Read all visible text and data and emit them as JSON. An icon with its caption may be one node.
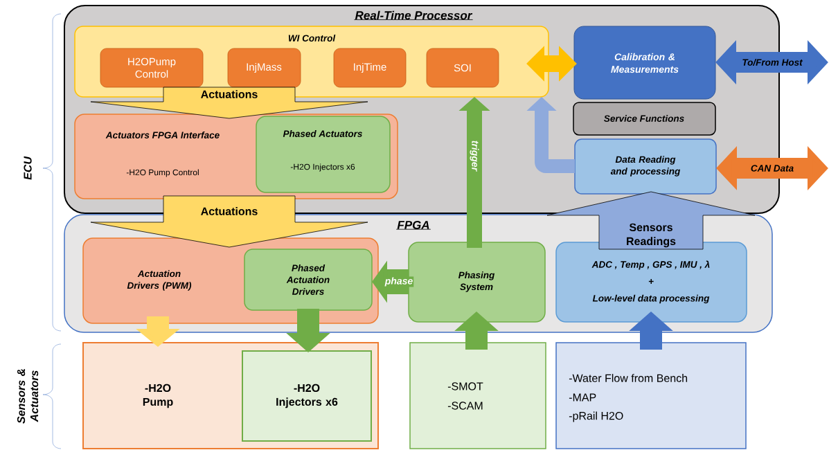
{
  "diagram": {
    "nodes": [
      {
        "text": [
          "Real-Time Processor"
        ]
      },
      {
        "text": [
          "WI Control"
        ],
        "in": 0
      },
      {
        "text": [
          "H2OPump Control"
        ],
        "in": 1
      },
      {
        "text": [
          "InjMass"
        ],
        "in": 1
      },
      {
        "text": [
          "InjTime"
        ],
        "in": 1
      },
      {
        "text": [
          "SOI"
        ],
        "in": 1
      },
      {
        "text": [
          "Actuators FPGA Interface",
          "-H2O Pump Control"
        ],
        "in": 0
      },
      {
        "text": [
          "Phased Actuators",
          "-H2O Injectors x6"
        ],
        "in": 6
      },
      {
        "text": [
          "Calibration & Measurements"
        ],
        "in": 0
      },
      {
        "text": [
          "Service Functions"
        ],
        "in": 0
      },
      {
        "text": [
          "Data Reading and processing"
        ],
        "in": 0
      },
      {
        "text": [
          "FPGA"
        ]
      },
      {
        "text": [
          "Actuation Drivers (PWM)"
        ],
        "in": 11
      },
      {
        "text": [
          "Phased Actuation Drivers"
        ],
        "in": 12
      },
      {
        "text": [
          "Phasing System"
        ],
        "in": 11
      },
      {
        "text": [
          "ADC , Temp , GPS , IMU , λ",
          "+",
          "Low-level data processing"
        ],
        "in": 11
      },
      {
        "text": [
          "-H2O Pump"
        ]
      },
      {
        "text": [
          "-H2O Injectors x6"
        ],
        "in": 16
      },
      {
        "text": [
          "-SMOT",
          "-SCAM"
        ]
      },
      {
        "text": [
          "-Water Flow from Bench",
          "-MAP",
          "-pRail H2O"
        ]
      }
    ],
    "edges": [
      {
        "from": 1,
        "to": 6,
        "arrow": "to",
        "label": "Actuations",
        "style": "thick",
        "color": "#ffd966"
      },
      {
        "from": 6,
        "to": 12,
        "arrow": "to",
        "label": "Actuations",
        "style": "thick",
        "color": "#ffd966"
      },
      {
        "from": 1,
        "to": 8,
        "arrow": "both",
        "color": "#ffc000"
      },
      {
        "from": 8,
        "to": null,
        "arrow": "both",
        "label": "To/From Host",
        "color": "#4472c4"
      },
      {
        "from": 10,
        "to": null,
        "arrow": "both",
        "label": "CAN Data",
        "color": "#ed7d31"
      },
      {
        "from": 10,
        "to": 1,
        "arrow": "to",
        "color": "#8faadc"
      },
      {
        "from": 14,
        "to": 1,
        "arrow": "to",
        "label": "trigger",
        "color": "#70ad47"
      },
      {
        "from": 14,
        "to": 13,
        "arrow": "to",
        "label": "phase",
        "color": "#70ad47"
      },
      {
        "from": 15,
        "to": 10,
        "arrow": "to",
        "label": "Sensors Readings",
        "style": "thick",
        "color": "#8faadc"
      },
      {
        "from": 12,
        "to": 16,
        "arrow": "to",
        "color": "#ffd966"
      },
      {
        "from": 13,
        "to": 17,
        "arrow": "to",
        "color": "#70ad47"
      },
      {
        "from": 18,
        "to": 14,
        "arrow": "to",
        "color": "#70ad47"
      },
      {
        "from": 19,
        "to": 15,
        "arrow": "to",
        "color": "#4472c4"
      }
    ],
    "labels": [
      "ECU",
      "Sensors & Actuators"
    ]
  }
}
